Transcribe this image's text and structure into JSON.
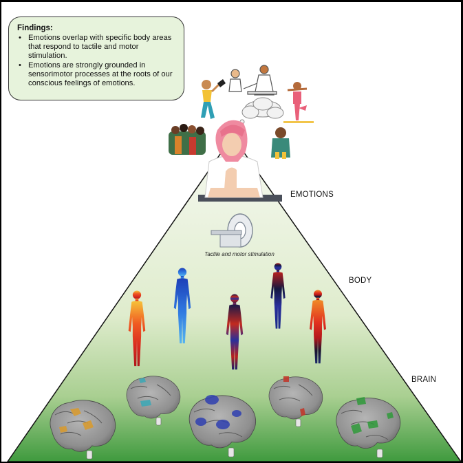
{
  "findings": {
    "title": "Findings:",
    "items": [
      "Emotions overlap with specific body areas that respond to tactile and motor stimulation.",
      "Emotions are strongly grounded in sensorimotor processes at the roots of our conscious feelings of emotions."
    ]
  },
  "levels": {
    "emotions": "EMOTIONS",
    "body": "BODY",
    "brain": "BRAIN"
  },
  "scanner_caption": "Tactile and motor stimulation",
  "colors": {
    "box_fill": "#e7f3dc",
    "pyramid_top": "#f4f8ee",
    "pyramid_bottom": "#3f9a3e",
    "brain_gray": "#9a9a9a",
    "highlight_orange": "#d99a2a",
    "highlight_teal": "#3fa7b5",
    "highlight_blue": "#2f3fb0",
    "highlight_red": "#c0392b",
    "highlight_green": "#2f9a3a"
  },
  "bodymaps": [
    {
      "id": "bodymap-1",
      "scheme": "warm"
    },
    {
      "id": "bodymap-2",
      "scheme": "cool"
    },
    {
      "id": "bodymap-3",
      "scheme": "mixed"
    },
    {
      "id": "bodymap-4",
      "scheme": "dark-mixed"
    },
    {
      "id": "bodymap-5",
      "scheme": "warm-dark"
    }
  ],
  "brains": [
    {
      "id": "brain-1",
      "highlight": "orange"
    },
    {
      "id": "brain-2",
      "highlight": "teal"
    },
    {
      "id": "brain-3",
      "highlight": "blue"
    },
    {
      "id": "brain-4",
      "highlight": "red"
    },
    {
      "id": "brain-5",
      "highlight": "green"
    }
  ]
}
